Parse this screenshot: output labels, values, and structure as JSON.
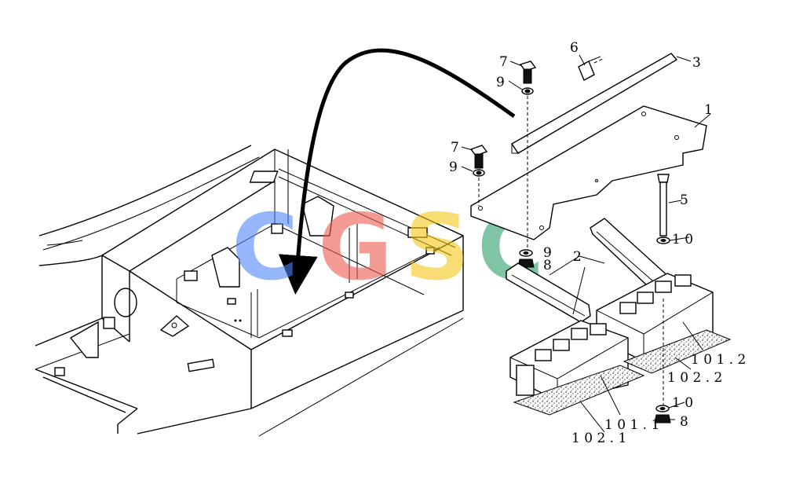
{
  "watermark": {
    "letters": [
      {
        "char": "C",
        "color": "#4f86f7"
      },
      {
        "char": "G",
        "color": "#ee5a4f"
      },
      {
        "char": "S",
        "color": "#f5c518"
      },
      {
        "char": "C",
        "color": "#2a9d6a"
      }
    ]
  },
  "callouts": {
    "c1": "1",
    "c2": "2",
    "c3": "3",
    "c5": "5",
    "c6": "6",
    "c7a": "7",
    "c7b": "7",
    "c8a": "8",
    "c8b": "8",
    "c9a": "9",
    "c9b": "9",
    "c9c": "9",
    "c10a": "1 0",
    "c10b": "1 0",
    "c1011": "1 0 1 . 1",
    "c1012": "1 0 1 . 2",
    "c1021": "1 0 2 . 1",
    "c1022": "1 0 2 . 2"
  },
  "colors": {
    "line": "#000000",
    "background": "#ffffff"
  }
}
